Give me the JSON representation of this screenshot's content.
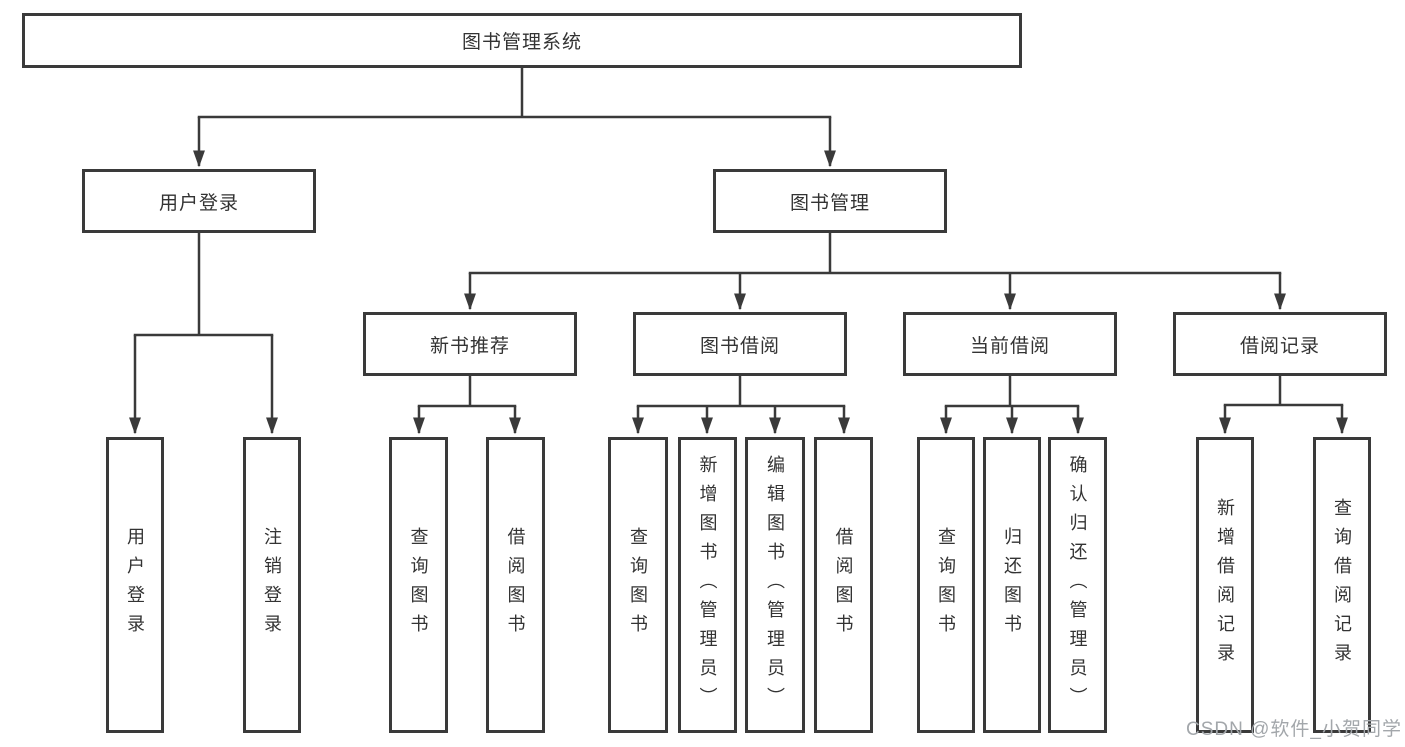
{
  "diagram_type": "functional-structure-tree",
  "tree": {
    "label": "图书管理系统",
    "children": [
      {
        "label": "用户登录",
        "children": [
          {
            "label": "用户登录"
          },
          {
            "label": "注销登录"
          }
        ]
      },
      {
        "label": "图书管理",
        "children": [
          {
            "label": "新书推荐",
            "children": [
              {
                "label": "查询图书"
              },
              {
                "label": "借阅图书"
              }
            ]
          },
          {
            "label": "图书借阅",
            "children": [
              {
                "label": "查询图书"
              },
              {
                "label": "新增图书（管理员）"
              },
              {
                "label": "编辑图书（管理员）"
              },
              {
                "label": "借阅图书"
              }
            ]
          },
          {
            "label": "当前借阅",
            "children": [
              {
                "label": "查询图书"
              },
              {
                "label": "归还图书"
              },
              {
                "label": "确认归还（管理员）"
              }
            ]
          },
          {
            "label": "借阅记录",
            "children": [
              {
                "label": "新增借阅记录"
              },
              {
                "label": "查询借阅记录"
              }
            ]
          }
        ]
      }
    ]
  },
  "watermark": {
    "text": "CSDN @软件_小贺同学"
  },
  "colors": {
    "background": "#ffffff",
    "box_border": "#3a3a3a",
    "connector": "#3a3a3a",
    "text": "#333333",
    "watermark": "#a3a7ab"
  }
}
